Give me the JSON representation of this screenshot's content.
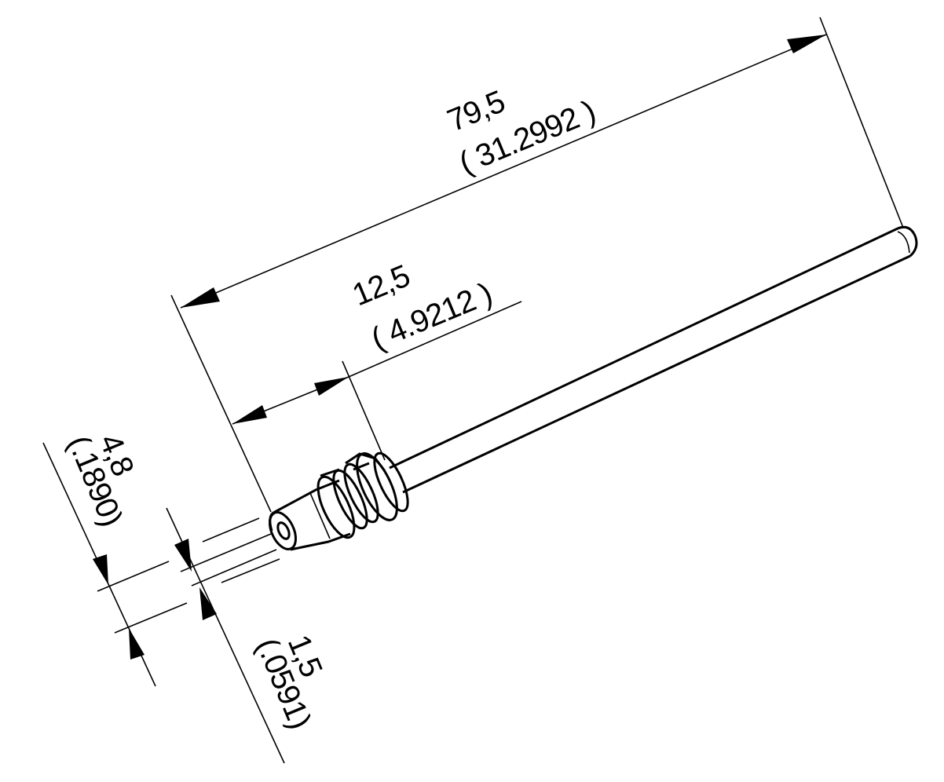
{
  "drawing": {
    "dimensions": {
      "overall_length": {
        "value": "79,5",
        "inch": "( 31.2992 )"
      },
      "tip_length": {
        "value": "12,5",
        "inch": "( 4.9212 )"
      },
      "outer_diameter": {
        "value": "4,8",
        "inch": "(.1890)"
      },
      "inner_diameter": {
        "value": "1,5",
        "inch": "(.0591)"
      }
    }
  }
}
